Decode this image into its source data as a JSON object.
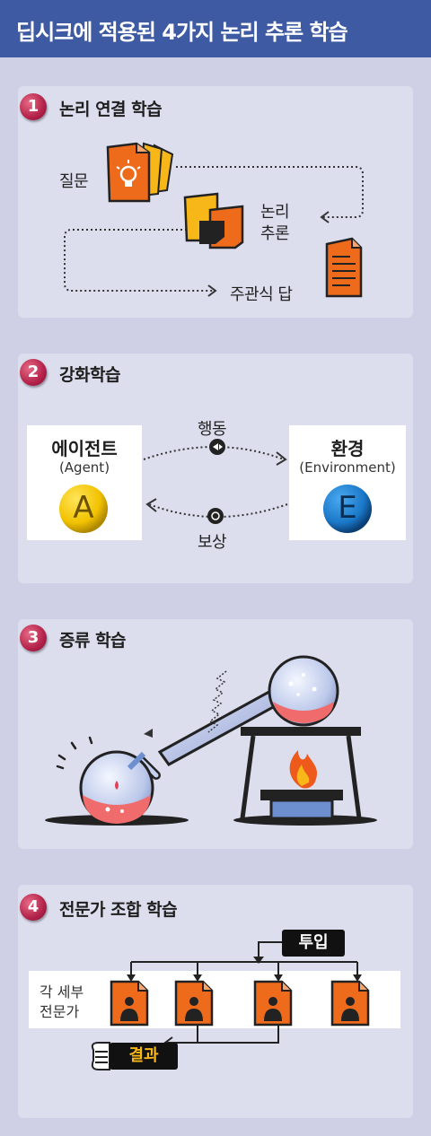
{
  "header": {
    "title": "딥시크에 적용된 4가지 논리 추론 학습"
  },
  "sections": [
    {
      "num": "1",
      "title": "논리 연결 학습",
      "labels": {
        "question": "질문",
        "reasoning_1": "논리",
        "reasoning_2": "추론",
        "answer": "주관식 답"
      }
    },
    {
      "num": "2",
      "title": "강화학습",
      "labels": {
        "agent": "에이전트",
        "agent_en": "(Agent)",
        "agent_letter": "A",
        "env": "환경",
        "env_en": "(Environment)",
        "env_letter": "E",
        "action": "행동",
        "reward": "보상"
      }
    },
    {
      "num": "3",
      "title": "증류 학습"
    },
    {
      "num": "4",
      "title": "전문가 조합 학습",
      "labels": {
        "input": "투입",
        "experts_1": "각 세부",
        "experts_2": "전문가",
        "result": "결과"
      }
    }
  ],
  "colors": {
    "header": "#3d5aa3",
    "badge": "#b3224a",
    "orange": "#ee6b1c",
    "yellow": "#f7b718",
    "agent": "#f2c200",
    "env": "#1a78c8"
  }
}
